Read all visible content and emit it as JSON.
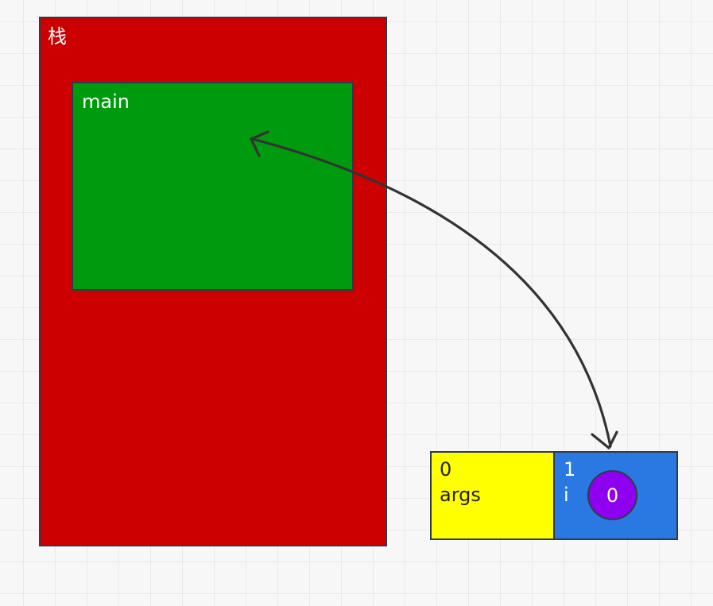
{
  "colors": {
    "stack_fill": "#cc0000",
    "frame_fill": "#009a0e",
    "slot0_fill": "#ffff00",
    "slot1_fill": "#2a78e2",
    "value_fill": "#8f00f0",
    "stroke": "#2f3a4a",
    "arrow": "#333333"
  },
  "stack": {
    "label": "栈",
    "frame": {
      "label": "main"
    }
  },
  "local_vars": [
    {
      "index": "0",
      "name": "args"
    },
    {
      "index": "1",
      "name": "i",
      "value": "0"
    }
  ],
  "connector": {
    "type": "double-arrow",
    "from": "stack-frame-main",
    "to": "local-variable-slot-1"
  }
}
